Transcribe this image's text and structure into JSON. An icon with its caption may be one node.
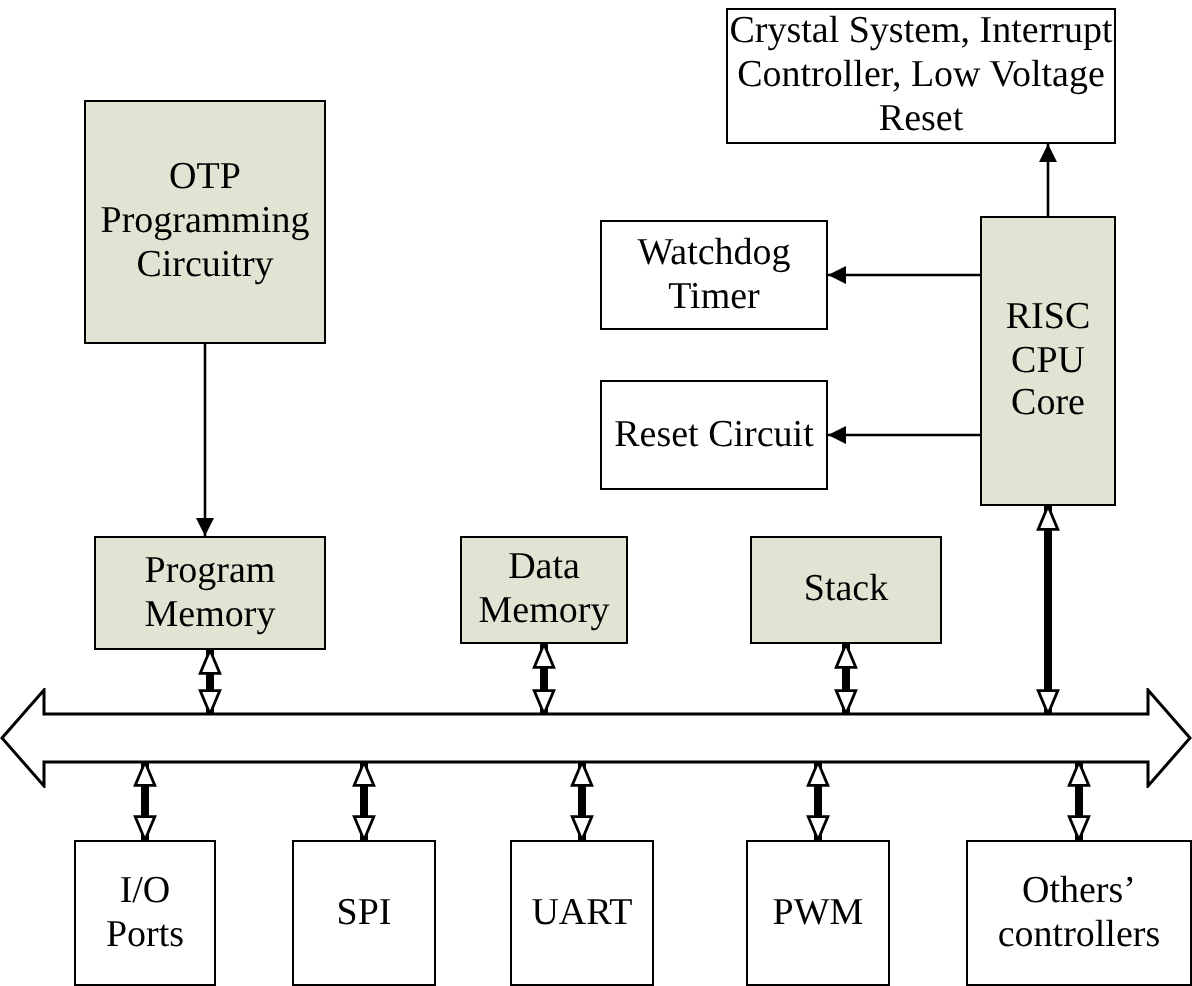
{
  "diagram": {
    "nodes": [
      {
        "text": [
          "Crystal System, Interrupt Controller, Low Voltage Reset"
        ]
      },
      {
        "text": [
          "OTP Programming Circuitry"
        ]
      },
      {
        "text": [
          "Watchdog Timer"
        ]
      },
      {
        "text": [
          "RISC CPU Core"
        ]
      },
      {
        "text": [
          "Reset Circuit"
        ]
      },
      {
        "text": [
          "Program Memory"
        ]
      },
      {
        "text": [
          "Data Memory"
        ]
      },
      {
        "text": [
          "Stack"
        ]
      },
      {
        "text": [],
        "shape": "bar"
      },
      {
        "text": [
          "I/O Ports"
        ]
      },
      {
        "text": [
          "SPI"
        ]
      },
      {
        "text": [
          "UART"
        ]
      },
      {
        "text": [
          "PWM"
        ]
      },
      {
        "text": [
          "Others’ controllers"
        ]
      }
    ],
    "edges": [
      {
        "from": 3,
        "to": 0,
        "arrow": "to"
      },
      {
        "from": 3,
        "to": 2,
        "arrow": "to"
      },
      {
        "from": 3,
        "to": 4,
        "arrow": "to"
      },
      {
        "from": 1,
        "to": 5,
        "arrow": "to"
      },
      {
        "from": 5,
        "to": 8,
        "arrow": "both"
      },
      {
        "from": 6,
        "to": 8,
        "arrow": "both"
      },
      {
        "from": 7,
        "to": 8,
        "arrow": "both"
      },
      {
        "from": 3,
        "to": 8,
        "arrow": "both"
      },
      {
        "from": 8,
        "to": 9,
        "arrow": "both"
      },
      {
        "from": 8,
        "to": 10,
        "arrow": "both"
      },
      {
        "from": 8,
        "to": 11,
        "arrow": "both"
      },
      {
        "from": 8,
        "to": 12,
        "arrow": "both"
      },
      {
        "from": 8,
        "to": 13,
        "arrow": "both"
      }
    ]
  }
}
